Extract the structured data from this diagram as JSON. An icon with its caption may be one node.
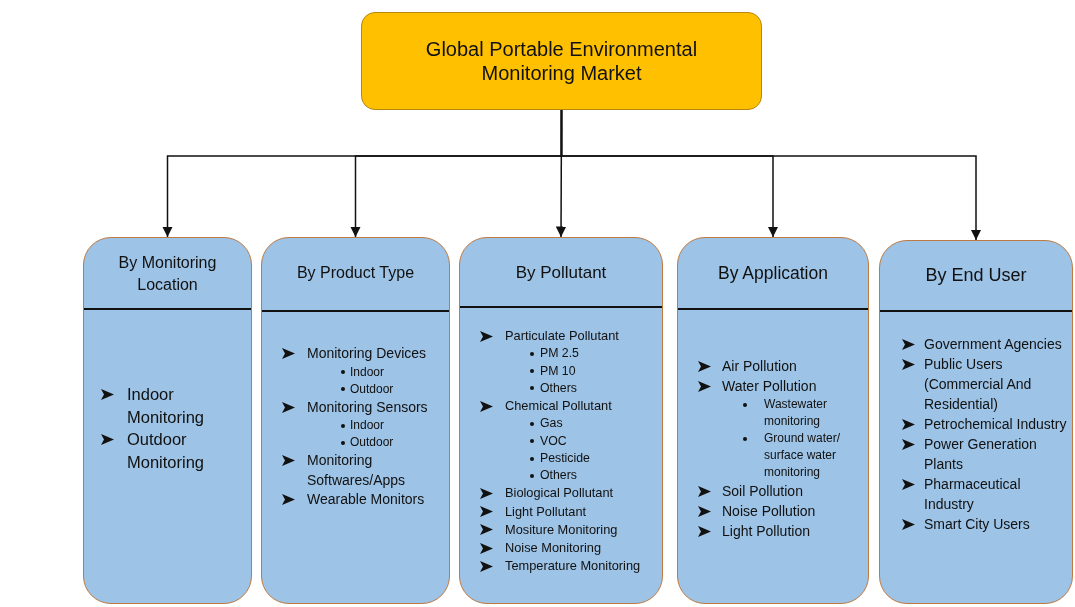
{
  "diagram": {
    "nodes": [
      {
        "text": [
          "Global Portable Environmental Monitoring Market"
        ]
      },
      {
        "text": [
          "By Monitoring Location",
          "Indoor Monitoring",
          "Outdoor Monitoring"
        ]
      },
      {
        "text": [
          "By Product Type",
          "Monitoring Devices",
          "Indoor",
          "Outdoor",
          "Monitoring Sensors",
          "Indoor",
          "Outdoor",
          "Monitoring Softwares/Apps",
          "Wearable Monitors"
        ]
      },
      {
        "text": [
          "By Pollutant",
          "Particulate Pollutant",
          "PM 2.5",
          "PM 10",
          "Others",
          "Chemical Pollutant",
          "Gas",
          "VOC",
          "Pesticide",
          "Others",
          "Biological Pollutant",
          "Light Pollutant",
          "Mositure Monitoring",
          "Noise Monitoring",
          "Temperature Monitoring"
        ]
      },
      {
        "text": [
          "By Application",
          "Air Pollution",
          "Water Pollution",
          "Wastewater monitoring",
          "Ground water/ surface water monitoring",
          "Soil Pollution",
          "Noise Pollution",
          "Light Pollution"
        ]
      },
      {
        "text": [
          "By End User",
          "Government Agencies",
          "Public Users (Commercial And Residential)",
          "Petrochemical Industry",
          "Power Generation Plants",
          "Pharmaceutical Industry",
          "Smart City Users"
        ]
      }
    ],
    "edges": [
      {
        "from": 0,
        "to": 1,
        "arrow": "to"
      },
      {
        "from": 0,
        "to": 2,
        "arrow": "to"
      },
      {
        "from": 0,
        "to": 3,
        "arrow": "to"
      },
      {
        "from": 0,
        "to": 4,
        "arrow": "to"
      },
      {
        "from": 0,
        "to": 5,
        "arrow": "to"
      }
    ]
  }
}
